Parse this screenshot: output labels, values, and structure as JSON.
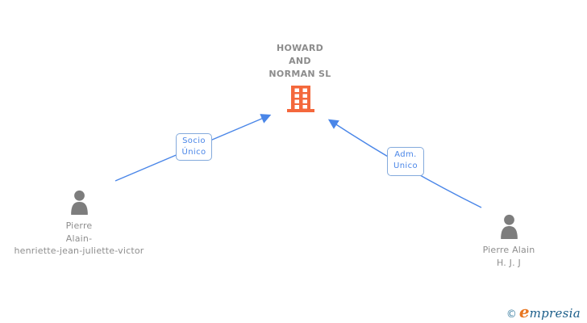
{
  "company": {
    "name_lines": [
      "HOWARD",
      "AND",
      "NORMAN SL"
    ],
    "icon": "building-icon"
  },
  "relations": [
    {
      "label_lines": [
        "Socio",
        "Único"
      ],
      "from": "person-left",
      "to": "company"
    },
    {
      "label_lines": [
        "Adm.",
        "Unico"
      ],
      "from": "person-right",
      "to": "company"
    }
  ],
  "persons": [
    {
      "id": "person-left",
      "name": "Pierre Alain-henriette-jean-juliette-victor",
      "lines": [
        "Pierre",
        "Alain-",
        "henriette-jean-juliette-victor"
      ]
    },
    {
      "id": "person-right",
      "name": "Pierre Alain H. J. J",
      "lines": [
        "Pierre Alain",
        "H. J. J"
      ]
    }
  ],
  "logo": {
    "copyright": "©",
    "brand_initial": "e",
    "brand_rest": "mpresia"
  },
  "colors": {
    "arrow": "#4a86e8",
    "label_border": "#84aadc",
    "label_text": "#4a86e8",
    "building": "#f4683c",
    "person_icon": "#7d7d7d",
    "node_text": "#8c8c8c",
    "logo_blue": "#1b5e8a",
    "logo_orange": "#e87722"
  }
}
